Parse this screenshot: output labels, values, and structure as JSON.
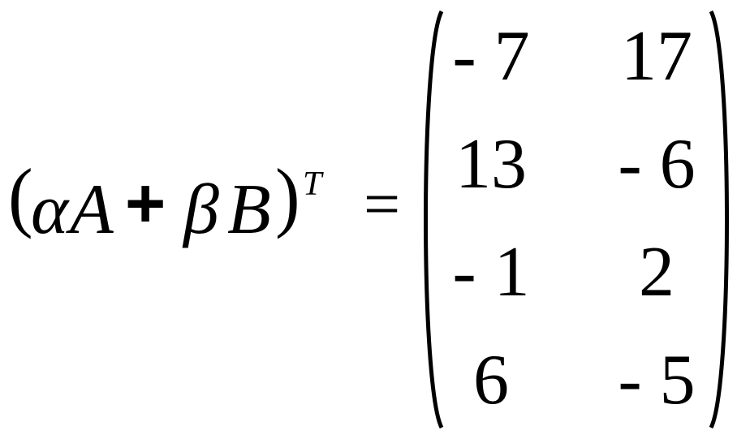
{
  "equation": {
    "lhs": {
      "left_paren": "(",
      "alpha": "α",
      "a": "A",
      "plus": "+",
      "beta": "β",
      "b": "B",
      "right_paren": ")",
      "superscript": "T"
    },
    "equals": "=",
    "matrix": {
      "rows": [
        [
          "- 7",
          "17"
        ],
        [
          "13",
          "- 6"
        ],
        [
          "- 1",
          "2"
        ],
        [
          "6",
          "- 5"
        ]
      ]
    }
  }
}
